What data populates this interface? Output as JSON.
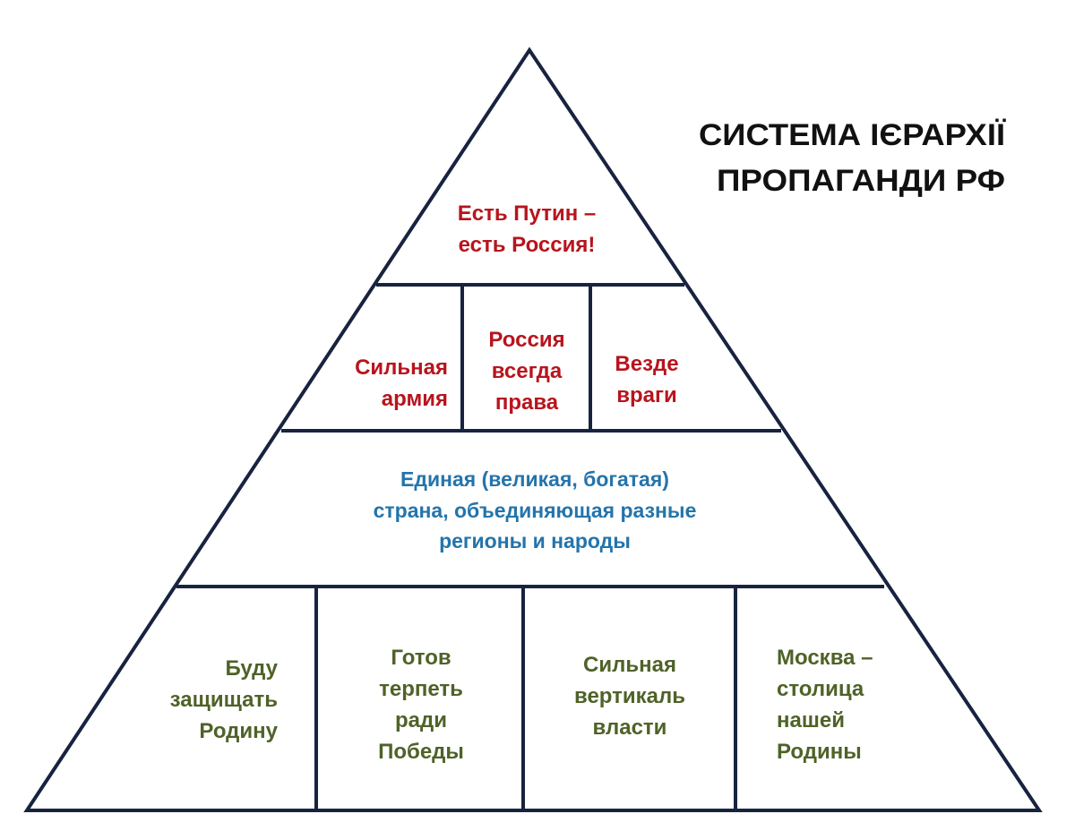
{
  "title": {
    "line1": "СИСТЕМА ІЄРАРХІЇ",
    "line2": "ПРОПАГАНДИ РФ"
  },
  "colors": {
    "line": "#17233f",
    "top": "#b8141d",
    "middle": "#2474ab",
    "base": "#4f6228"
  },
  "levels": {
    "top": {
      "lines": [
        "Есть Путин –",
        "есть Россия!"
      ]
    },
    "second": [
      {
        "lines": [
          "Сильная",
          "армия"
        ]
      },
      {
        "lines": [
          "Россия",
          "всегда",
          "права"
        ]
      },
      {
        "lines": [
          "Везде",
          "враги"
        ]
      }
    ],
    "third": {
      "lines": [
        "Единая (великая, богатая)",
        "страна, объединяющая разные",
        "регионы и народы"
      ]
    },
    "base": [
      {
        "lines": [
          "Буду",
          "защищать",
          "Родину"
        ]
      },
      {
        "lines": [
          "Готов",
          "терпеть",
          "ради",
          "Победы"
        ]
      },
      {
        "lines": [
          "Сильная",
          "вертикаль",
          "власти"
        ]
      },
      {
        "lines": [
          "Москва –",
          "столица",
          "нашей",
          "Родины"
        ]
      }
    ]
  }
}
